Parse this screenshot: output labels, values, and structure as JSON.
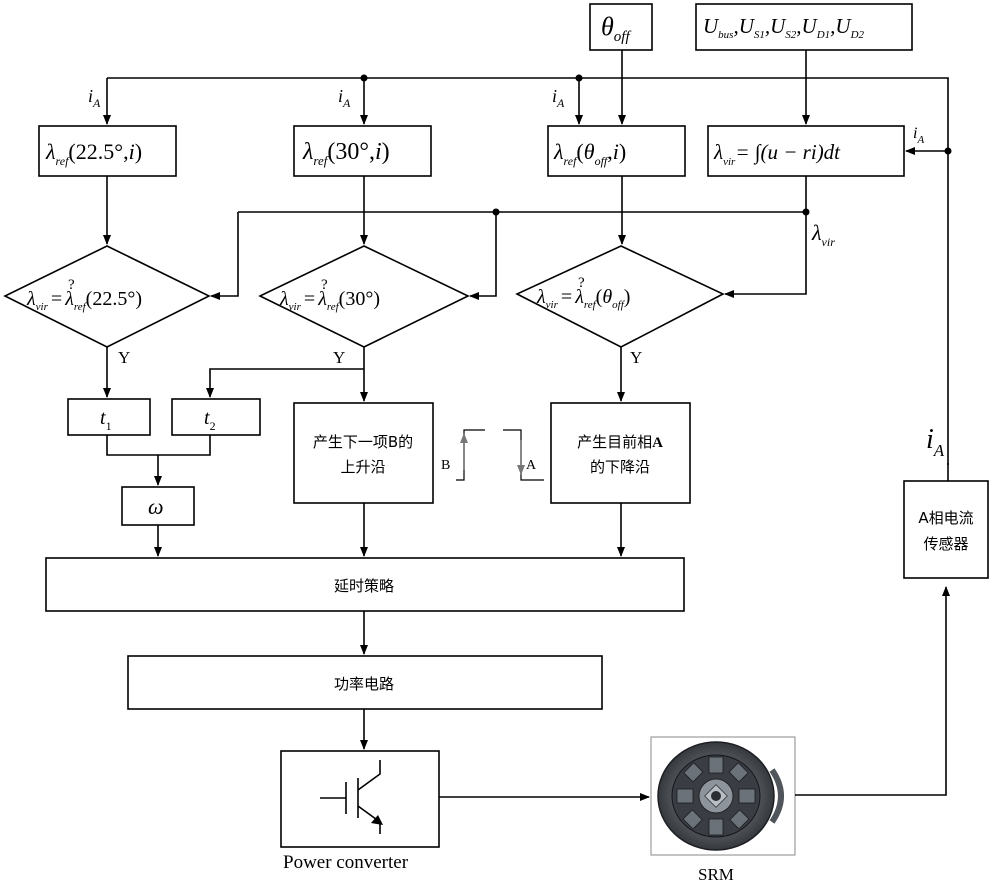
{
  "inputs": {
    "theta_off": "θ",
    "theta_off_sub": "off",
    "voltages": [
      {
        "sym": "U",
        "sub": "bus"
      },
      {
        "sym": "U",
        "sub": "S1"
      },
      {
        "sym": "U",
        "sub": "S2"
      },
      {
        "sym": "U",
        "sub": "D1"
      },
      {
        "sym": "U",
        "sub": "D2"
      }
    ]
  },
  "signals": {
    "current": "i",
    "current_sub": "A",
    "lambda": "λ",
    "vir_sub": "vir",
    "ref_sub": "ref"
  },
  "lookup_boxes": [
    {
      "angle": "22.5°",
      "current": "i"
    },
    {
      "angle": "30°",
      "current": "i"
    },
    {
      "angle": "θ",
      "angle_sub": "off",
      "current": "i"
    }
  ],
  "integrator": {
    "rhs": "= ∫(u − ri)dt"
  },
  "decisions": [
    {
      "question": "?",
      "eq": "=",
      "angle": "22.5°"
    },
    {
      "question": "?",
      "eq": "=",
      "angle": "30°"
    },
    {
      "question": "?",
      "eq": "=",
      "angle": "θ",
      "angle_sub": "off"
    }
  ],
  "yes_label": "Y",
  "timers": [
    {
      "sym": "t",
      "sub": "1"
    },
    {
      "sym": "t",
      "sub": "2"
    }
  ],
  "omega": "ω",
  "edge_boxes": {
    "rising": {
      "line1": "产生下一项B的",
      "line2": "上升沿"
    },
    "falling": {
      "line1": "产生目前相",
      "line1_bold": "A",
      "line2": "的下降沿"
    }
  },
  "pulse_labels": {
    "rising": "B",
    "falling": "A"
  },
  "delay_box": "延时策略",
  "power_circuit_box": "功率电路",
  "converter_label": "Power converter",
  "motor_label": "SRM",
  "sensor_box": {
    "line1": "A相电流",
    "line2": "传感器"
  }
}
